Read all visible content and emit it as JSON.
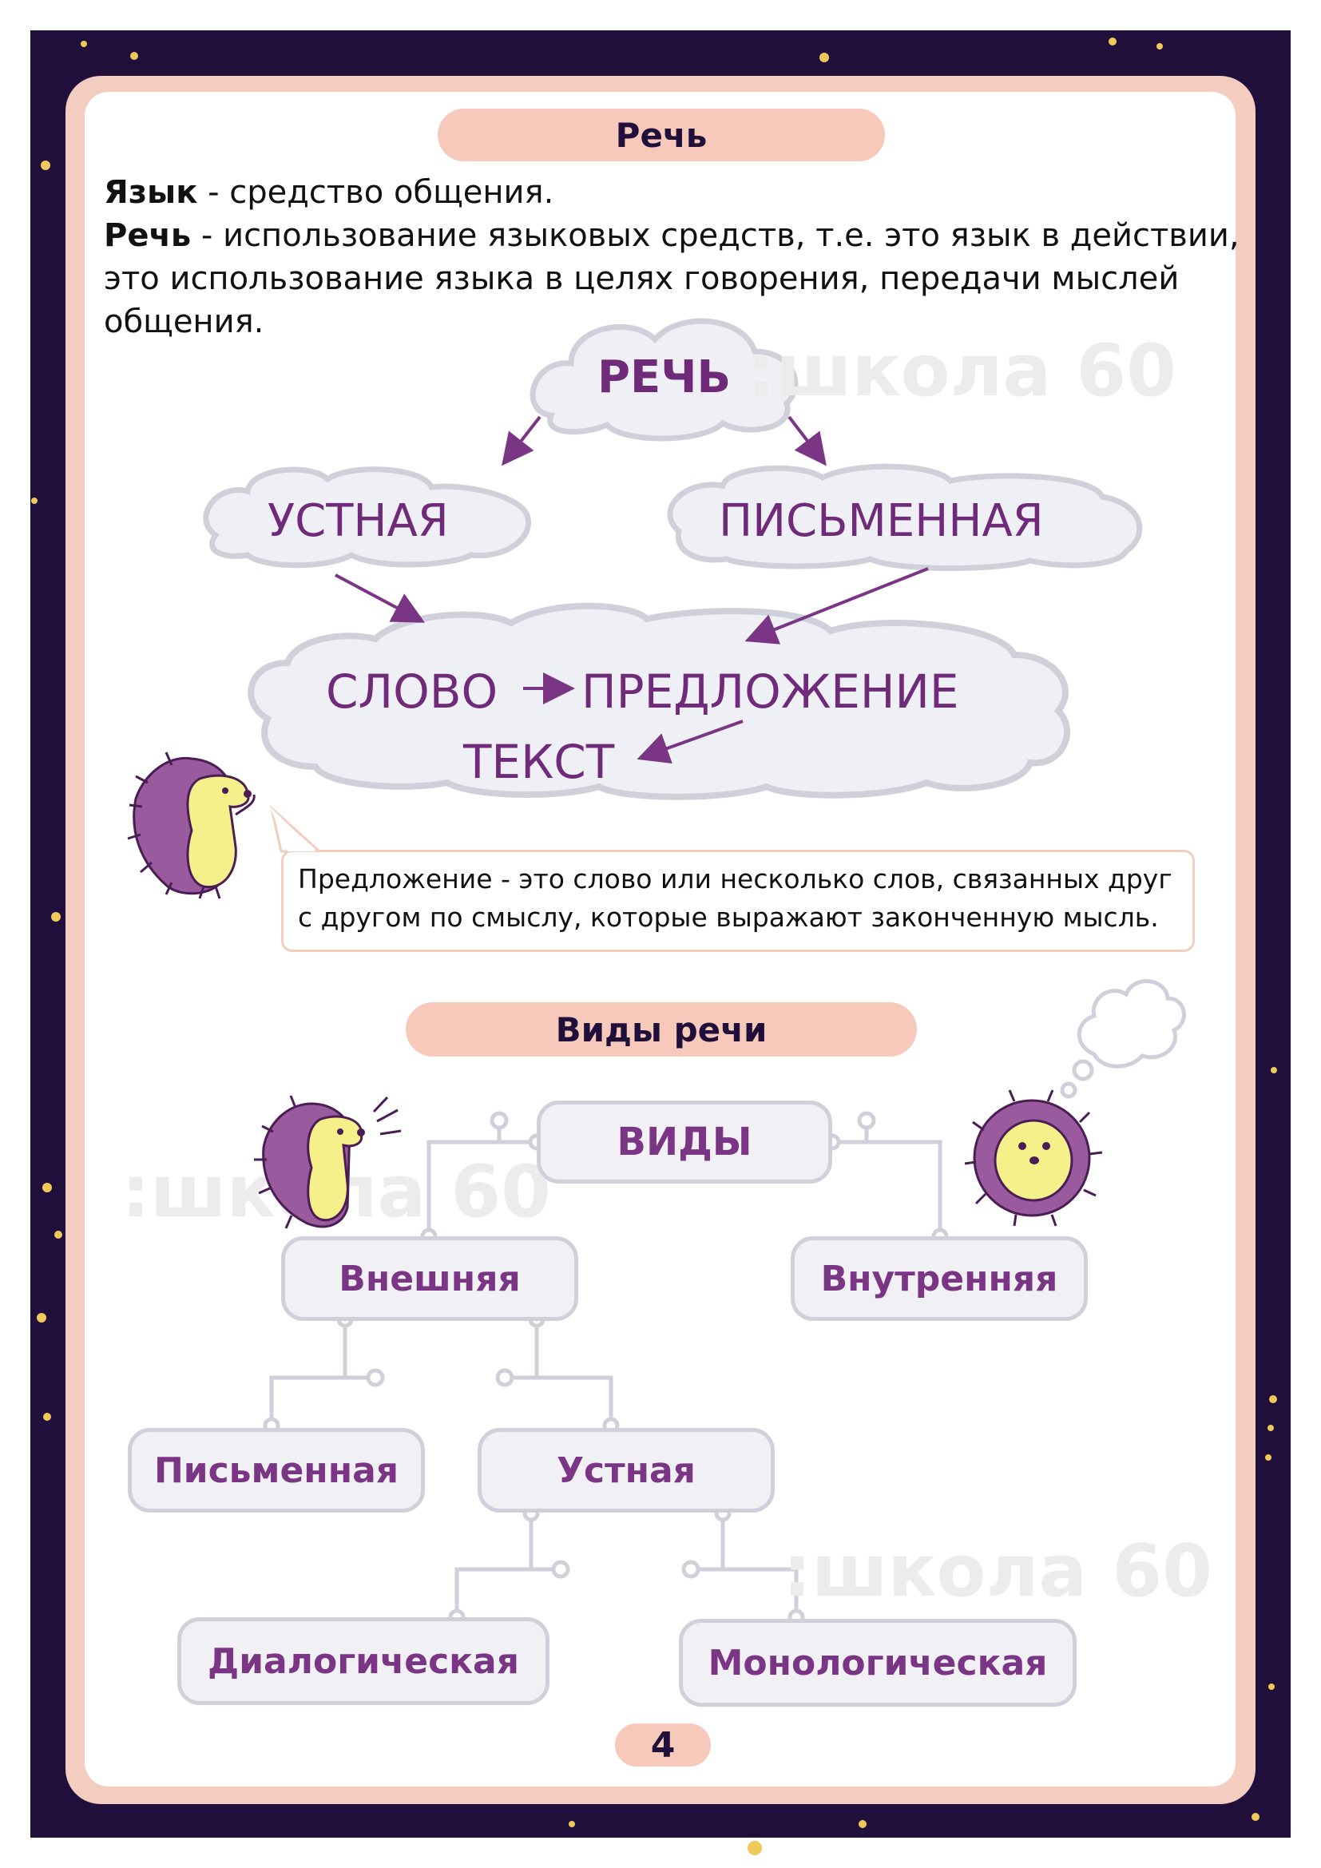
{
  "section1": {
    "title": "Речь"
  },
  "definitions": {
    "line1_term": "Язык",
    "line1_text": " - средство общения.",
    "line2_term": "Речь",
    "line2_text": " - использование языковых средств, т.е. это язык в действии,",
    "line3": "это использование языка в целях говорения, передачи мыслей",
    "line4": "общения."
  },
  "cloud_diagram": {
    "top": "РЕЧЬ",
    "left": "УСТНАЯ",
    "right": "ПИСЬМЕННАЯ",
    "slovo": "СЛОВО",
    "predlozhenie": "ПРЕДЛОЖЕНИЕ",
    "tekst": "ТЕКСТ"
  },
  "speech_bubble": {
    "line1": "Предложение - это слово или несколько слов, связанных друг",
    "line2": "с другом по смыслу, которые выражают законченную мысль."
  },
  "section2": {
    "title": "Виды речи"
  },
  "tree": {
    "root": "ВИДЫ",
    "external": "Внешняя",
    "internal": "Внутренняя",
    "written": "Письменная",
    "oral": "Устная",
    "dialogic": "Диалогическая",
    "monologic": "Монологическая"
  },
  "watermark": ":школа 60",
  "page_number": "4",
  "colors": {
    "frame": "#1f0f3a",
    "accent_pill": "#f6c9ba",
    "purple": "#7a3585",
    "cloud_border": "#cfd0d9"
  },
  "icons": [
    "hedgehog-icon",
    "hedgehog-shouting-icon",
    "hedgehog-thinking-icon",
    "thought-cloud-icon"
  ]
}
